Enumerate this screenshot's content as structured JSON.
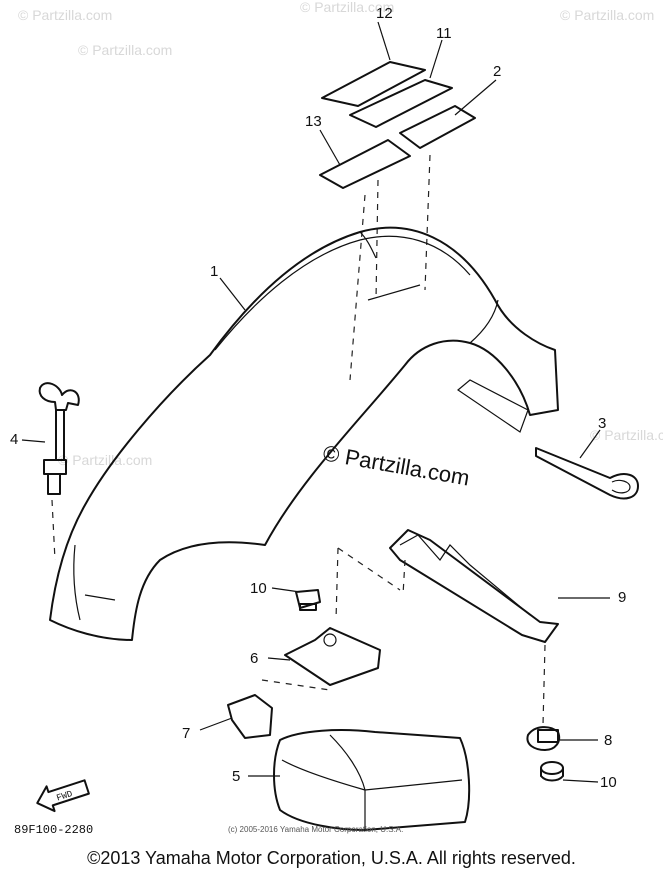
{
  "watermark": {
    "text": "© Partzilla.com",
    "center_text": "© Partzilla.com"
  },
  "callouts": {
    "c1": "1",
    "c2": "2",
    "c3": "3",
    "c4": "4",
    "c5": "5",
    "c6": "6",
    "c7": "7",
    "c8": "8",
    "c9": "9",
    "c10a": "10",
    "c10b": "10",
    "c11": "11",
    "c12": "12",
    "c13": "13"
  },
  "fwd_label": "FWD",
  "drawing_code": "89F100-2280",
  "inner_copyright": "(c) 2005-2016 Yamaha Motor Corporation, U.S.A.",
  "footer_copyright": "©2013 Yamaha Motor Corporation, U.S.A. All rights reserved."
}
